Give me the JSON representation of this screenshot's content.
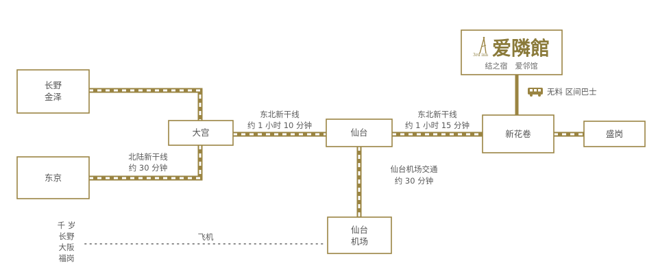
{
  "colors": {
    "accent": "#9a8442",
    "track_light": "#ffffff",
    "dots": "#8a8a8a"
  },
  "nodes": {
    "nagano": {
      "lines": [
        "长野",
        "金泽"
      ]
    },
    "tokyo": {
      "lines": [
        "东京"
      ]
    },
    "omiya": {
      "lines": [
        "大宫"
      ]
    },
    "sendai": {
      "lines": [
        "仙台"
      ]
    },
    "sendai_airport": {
      "lines": [
        "仙台",
        "机场"
      ]
    },
    "shin_hanamaki": {
      "lines": [
        "新花卷"
      ]
    },
    "morioka": {
      "lines": [
        "盛岗"
      ]
    }
  },
  "logo": {
    "mark": "爱隣館",
    "sub": "结之宿　爱邻馆",
    "tiny": "3rd inn"
  },
  "routes": {
    "hokuriku": [
      "北陆新干线",
      "约 30 分钟"
    ],
    "tohoku_1": [
      "东北新干线",
      "约 1 小时 10 分钟"
    ],
    "tohoku_2": [
      "东北新干线",
      "约 1 小时 15 分钟"
    ],
    "airport": [
      "仙台机场交通",
      "约 30 分钟"
    ],
    "bus": "无料 区间巴士",
    "plane": "飞机"
  },
  "origin_airports": [
    "千 岁",
    "长野",
    "大阪",
    "福岗"
  ]
}
